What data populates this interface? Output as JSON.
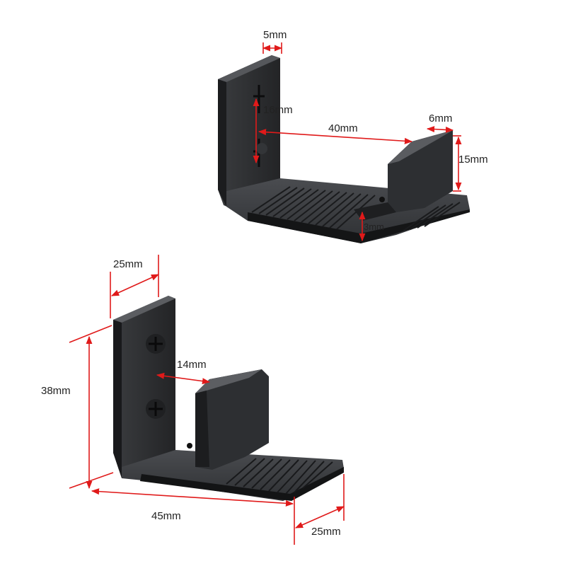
{
  "colors": {
    "background": "#ffffff",
    "dimension_line": "#e01a1a",
    "part_body": "#2b2c2e",
    "part_highlight": "#46484b",
    "part_shadow": "#151617",
    "label_text": "#222222"
  },
  "top_part": {
    "dimensions": {
      "wall_thickness": "5mm",
      "screw_spacing": "16mm",
      "inner_width": "40mm",
      "guide_thickness": "6mm",
      "guide_height": "15mm",
      "base_thickness": "3mm"
    }
  },
  "bottom_part": {
    "dimensions": {
      "depth_top": "25mm",
      "wall_height": "38mm",
      "gap_width": "14mm",
      "length": "45mm",
      "depth_bottom": "25mm"
    }
  }
}
